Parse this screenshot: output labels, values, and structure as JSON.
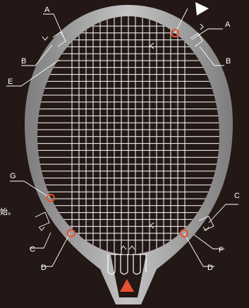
{
  "callout_labels": {
    "a_left": "A",
    "a_right": "A",
    "b_left": "B",
    "b_right": "B",
    "c_left": "C",
    "c_right": "C",
    "d_left": "D",
    "d_right": "D",
    "e": "E",
    "f": "F",
    "g": "G"
  },
  "edge_text": "始。",
  "colors": {
    "background": "#231815",
    "frame": "#9a9a9a",
    "strings": "#ffffff",
    "marker_ring": "#e8502f",
    "start_triangle": "#e8502f",
    "end_triangle": "#ffffff",
    "callout_line": "#ffffff"
  },
  "icons": {
    "start_marker": "triangle-up",
    "end_marker": "triangle-right",
    "string_direction": "arrow"
  }
}
